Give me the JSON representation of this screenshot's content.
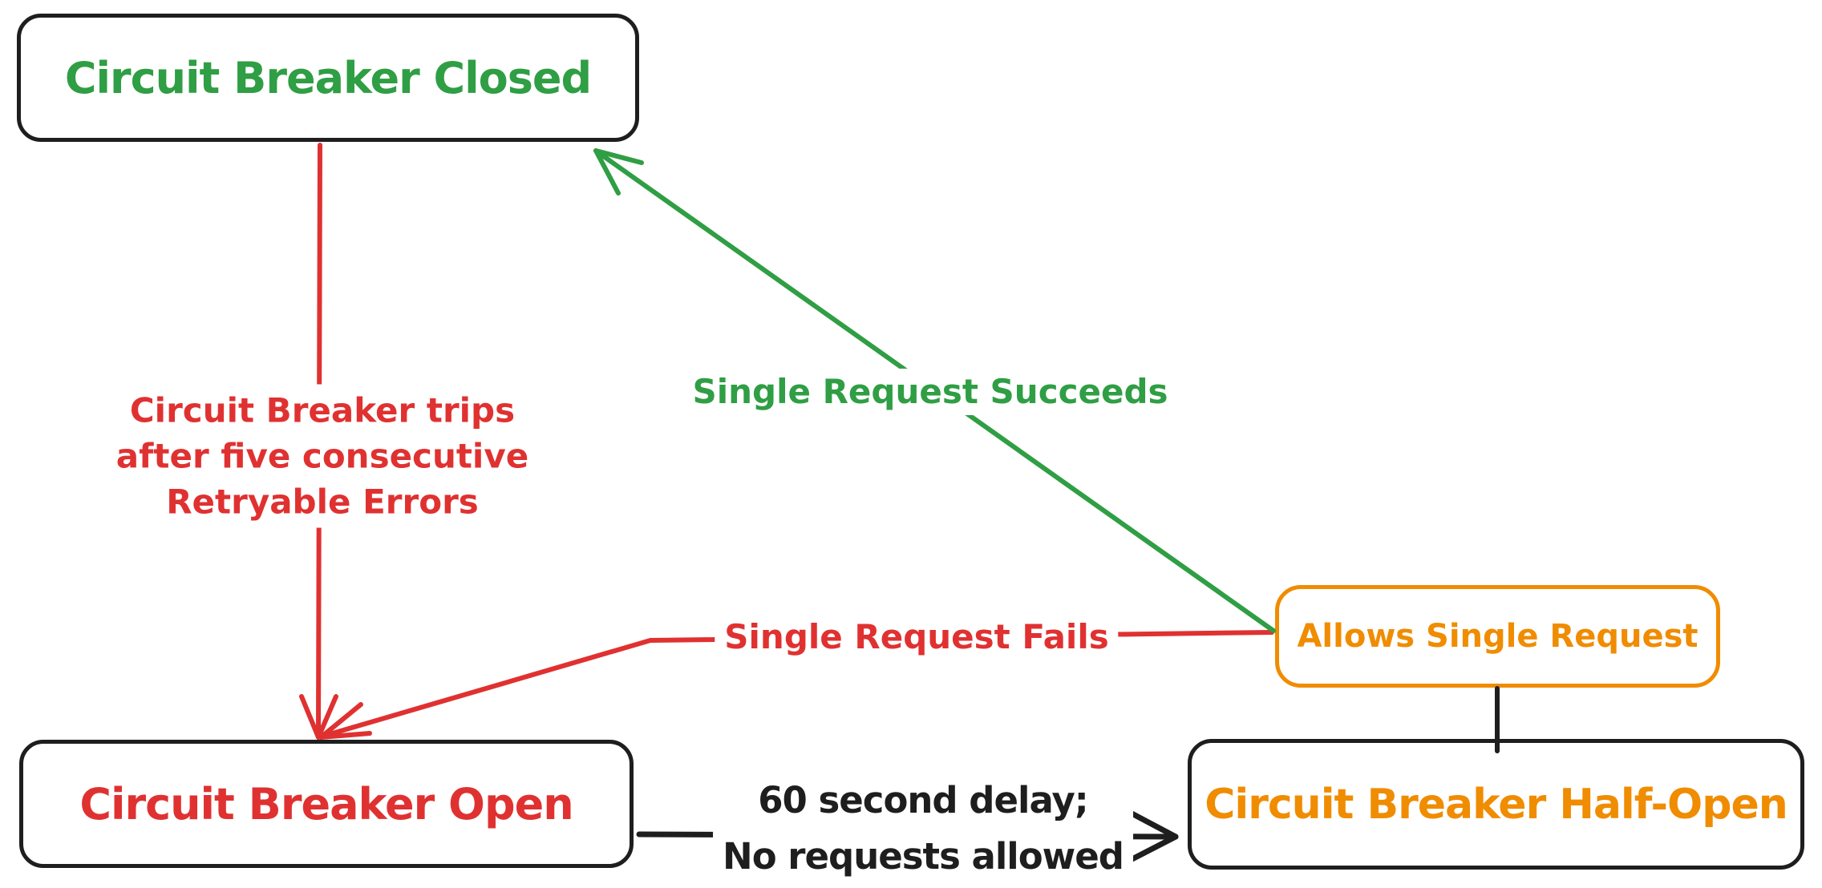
{
  "diagram": {
    "type": "state-diagram",
    "subject": "Circuit Breaker pattern states",
    "nodes": {
      "closed": {
        "label": "Circuit Breaker Closed"
      },
      "open": {
        "label": "Circuit Breaker Open"
      },
      "half_open": {
        "label": "Circuit Breaker Half-Open"
      },
      "allows": {
        "label": "Allows Single Request"
      }
    },
    "edges": {
      "trips": {
        "from": "closed",
        "to": "open",
        "label_line1": "Circuit Breaker trips",
        "label_line2": "after five consecutive",
        "label_line3": "Retryable Errors"
      },
      "succeeds": {
        "from": "allows",
        "to": "closed",
        "label": "Single Request Succeeds"
      },
      "fails": {
        "from": "allows",
        "to": "open",
        "label": "Single Request Fails"
      },
      "delay": {
        "from": "open",
        "to": "half_open",
        "label_line1": "60 second delay;",
        "label_line2": "No requests allowed"
      },
      "connector": {
        "from": "allows",
        "to": "half_open",
        "label": ""
      }
    },
    "colors": {
      "green": "#2f9e44",
      "red": "#e03131",
      "orange": "#f08c00",
      "black": "#1e1e1e",
      "background": "#ffffff"
    }
  }
}
